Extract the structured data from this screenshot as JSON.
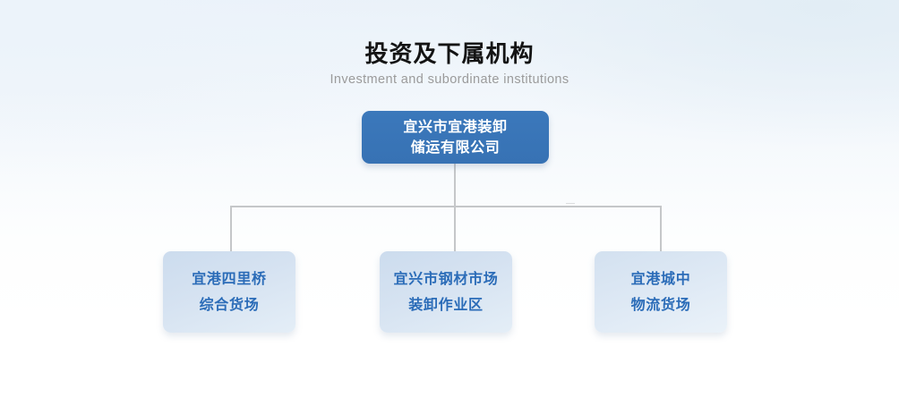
{
  "heading": {
    "title": "投资及下属机构",
    "subtitle": "Investment and subordinate institutions"
  },
  "org_chart": {
    "root": {
      "name": "宜兴市宜港装卸储运有限公司",
      "line1": "宜兴市宜港装卸",
      "line2": "储运有限公司"
    },
    "children": [
      {
        "name": "宜港四里桥综合货场",
        "line1": "宜港四里桥",
        "line2": "综合货场"
      },
      {
        "name": "宜兴市钢材市场装卸作业区",
        "line1": "宜兴市钢材市场",
        "line2": "装卸作业区"
      },
      {
        "name": "宜港城中物流货场",
        "line1": "宜港城中",
        "line2": "物流货场"
      }
    ]
  },
  "colors": {
    "root_fill": "#3873b8",
    "root_text": "#ffffff",
    "child_fill": "#d2e0ef",
    "child_text": "#2b6cb8",
    "connector": "#c5c7c9",
    "title_text": "#141414",
    "subtitle_text": "#9b9b9b",
    "background_top": "#eaf2f9",
    "background_bottom": "#ffffff"
  }
}
